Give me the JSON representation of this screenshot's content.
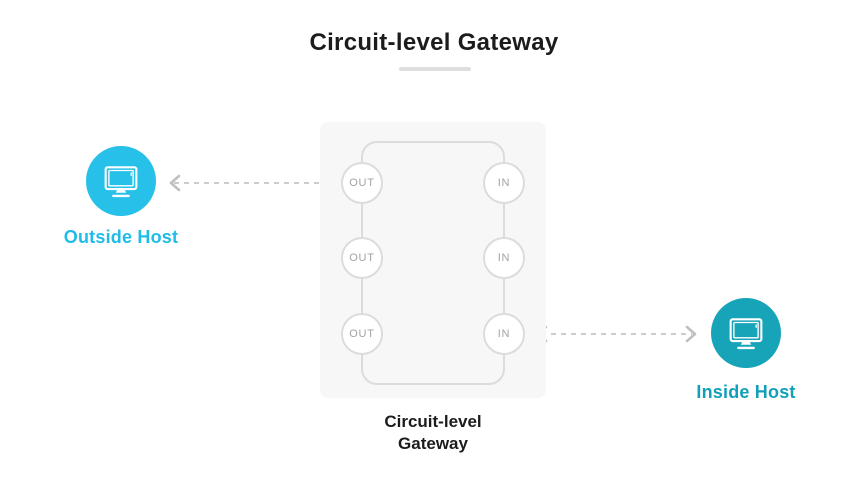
{
  "title": "Circuit-level Gateway",
  "outside_host": {
    "label": "Outside Host",
    "icon": "monitor-icon"
  },
  "inside_host": {
    "label": "Inside Host",
    "icon": "monitor-icon"
  },
  "gateway": {
    "caption_line1": "Circuit-level",
    "caption_line2": "Gateway",
    "out_nodes": [
      "OUT",
      "OUT",
      "OUT"
    ],
    "in_nodes": [
      "IN",
      "IN",
      "IN"
    ]
  },
  "connections": [
    {
      "from": "outside-host",
      "to": "out-node-1",
      "style": "dashed-double-arrow"
    },
    {
      "from": "out-node-1",
      "to": "in-node-3",
      "style": "dashed-elbow"
    },
    {
      "from": "in-node-3",
      "to": "inside-host",
      "style": "dashed-double-arrow"
    }
  ],
  "colors": {
    "outside_accent": "#27c0e9",
    "inside_accent": "#17a4b9",
    "outside_label": "#1fbce9",
    "inside_label": "#11a0b8",
    "box_background": "#f7f7f7",
    "line_gray": "#dcdcdc",
    "dash_gray": "#cccccc",
    "node_text": "#a3a3a3",
    "title_text": "#1c1c1c"
  }
}
